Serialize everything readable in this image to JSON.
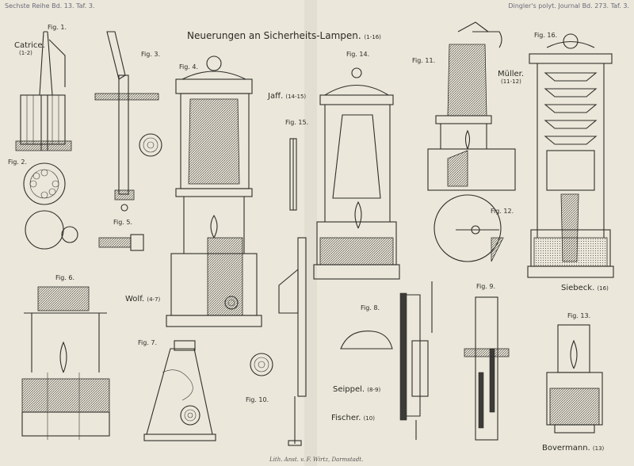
{
  "header": {
    "left": "Sechste Reihe Bd. 13. Taf. 3.",
    "right": "Dingler's polyt. Journal Bd. 273. Taf. 3."
  },
  "title": "Neuerungen an Sicherheits-Lampen.",
  "title_range": "(1-16)",
  "figures": [
    "Fig. 1.",
    "Fig. 2.",
    "Fig. 3.",
    "Fig. 4.",
    "Fig. 5.",
    "Fig. 6.",
    "Fig. 7.",
    "Fig. 8.",
    "Fig. 9.",
    "Fig. 10.",
    "Fig. 11.",
    "Fig. 12.",
    "Fig. 13.",
    "Fig. 14.",
    "Fig. 15.",
    "Fig. 16."
  ],
  "inventors": [
    {
      "name": "Catrice.",
      "range": "(1-2)"
    },
    {
      "name": "Jaff.",
      "range": "(14-15)"
    },
    {
      "name": "Müller.",
      "range": "(11-12)"
    },
    {
      "name": "Wolf.",
      "range": "(4-7)"
    },
    {
      "name": "Siebeck.",
      "range": "(16)"
    },
    {
      "name": "Seippel.",
      "range": "(8-9)"
    },
    {
      "name": "Fischer.",
      "range": "(10)"
    },
    {
      "name": "Bovermann.",
      "range": "(13)"
    }
  ],
  "footer": "Lith. Anst. v. F. Wirtz, Darmstadt."
}
